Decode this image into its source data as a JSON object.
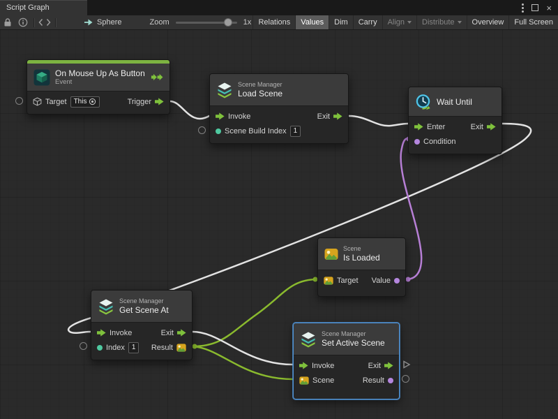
{
  "window": {
    "tab_title": "Script Graph"
  },
  "toolbar": {
    "graph_name": "Sphere",
    "zoom_label": "Zoom",
    "zoom_value": "1x",
    "buttons": [
      {
        "label": "Relations",
        "state": "normal"
      },
      {
        "label": "Values",
        "state": "active"
      },
      {
        "label": "Dim",
        "state": "normal"
      },
      {
        "label": "Carry",
        "state": "normal"
      },
      {
        "label": "Align",
        "state": "disabled",
        "dropdown": true
      },
      {
        "label": "Distribute",
        "state": "disabled",
        "dropdown": true
      },
      {
        "label": "Overview",
        "state": "normal"
      },
      {
        "label": "Full Screen",
        "state": "normal"
      }
    ]
  },
  "nodes": {
    "on_mouse_up": {
      "title": "On Mouse Up As Button",
      "subtitle": "Event",
      "target_label": "Target",
      "target_value": "This",
      "trigger_label": "Trigger"
    },
    "load_scene": {
      "category": "Scene Manager",
      "title": "Load Scene",
      "invoke_label": "Invoke",
      "exit_label": "Exit",
      "index_label": "Scene Build Index",
      "index_value": "1"
    },
    "wait_until": {
      "title": "Wait Until",
      "enter_label": "Enter",
      "exit_label": "Exit",
      "condition_label": "Condition"
    },
    "is_loaded": {
      "category": "Scene",
      "title": "Is Loaded",
      "target_label": "Target",
      "value_label": "Value"
    },
    "get_scene_at": {
      "category": "Scene Manager",
      "title": "Get Scene At",
      "invoke_label": "Invoke",
      "exit_label": "Exit",
      "index_label": "Index",
      "index_value": "1",
      "result_label": "Result"
    },
    "set_active_scene": {
      "category": "Scene Manager",
      "title": "Set Active Scene",
      "invoke_label": "Invoke",
      "exit_label": "Exit",
      "scene_label": "Scene",
      "result_label": "Result",
      "selected": true
    }
  },
  "colors": {
    "flow_green": "#7fc13c",
    "wire_white": "#e3e3e3",
    "wire_green": "#8aba2e",
    "wire_purple": "#b77fd6",
    "port_teal": "#4fc9a0",
    "port_purple": "#b486de",
    "selection_blue": "#4f90d0",
    "event_green": "#7db341"
  }
}
